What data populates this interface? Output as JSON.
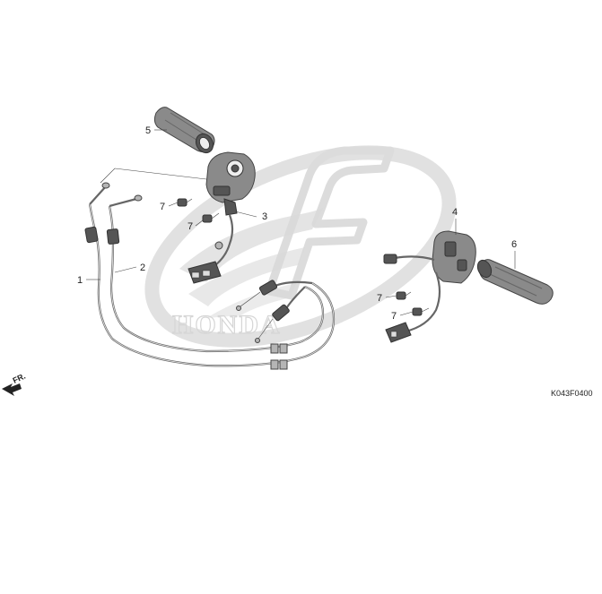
{
  "callouts": {
    "c1": "1",
    "c2": "2",
    "c3": "3",
    "c4": "4",
    "c5": "5",
    "c6": "6",
    "c7a": "7",
    "c7b": "7",
    "c7c": "7",
    "c7d": "7"
  },
  "front_marker": "FR.",
  "diagram_code": "K043F0400",
  "watermark_text": "HONDA",
  "colors": {
    "line": "#444444",
    "part": "#8a8a8a",
    "watermark": "#d6d6d6"
  }
}
